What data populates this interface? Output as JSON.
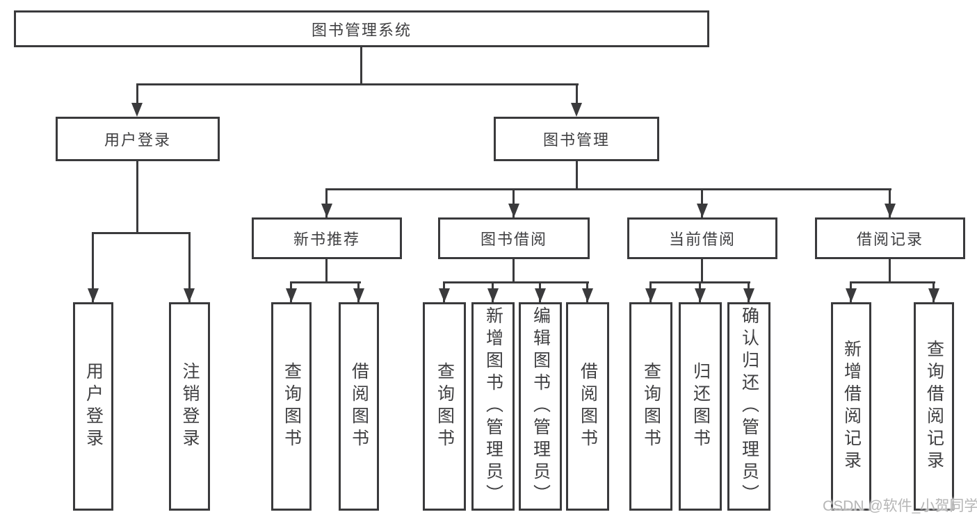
{
  "tree": {
    "label": "图书管理系统",
    "children": [
      {
        "label": "用户登录",
        "children": [
          {
            "label": "用户登录"
          },
          {
            "label": "注销登录"
          }
        ]
      },
      {
        "label": "图书管理",
        "children": [
          {
            "label": "新书推荐",
            "children": [
              {
                "label": "查询图书"
              },
              {
                "label": "借阅图书"
              }
            ]
          },
          {
            "label": "图书借阅",
            "children": [
              {
                "label": "查询图书"
              },
              {
                "label": "新增图书（管理员）"
              },
              {
                "label": "编辑图书（管理员）"
              },
              {
                "label": "借阅图书"
              }
            ]
          },
          {
            "label": "当前借阅",
            "children": [
              {
                "label": "查询图书"
              },
              {
                "label": "归还图书"
              },
              {
                "label": "确认归还（管理员）"
              }
            ]
          },
          {
            "label": "借阅记录",
            "children": [
              {
                "label": "新增借阅记录"
              },
              {
                "label": "查询借阅记录"
              }
            ]
          }
        ]
      }
    ]
  },
  "watermark": {
    "text": "CSDN @软件_小贺同学"
  },
  "colors": {
    "line": "#3a3a3c",
    "text": "#3f3f41",
    "watermark": "#b6b6b6",
    "background": "#ffffff"
  }
}
